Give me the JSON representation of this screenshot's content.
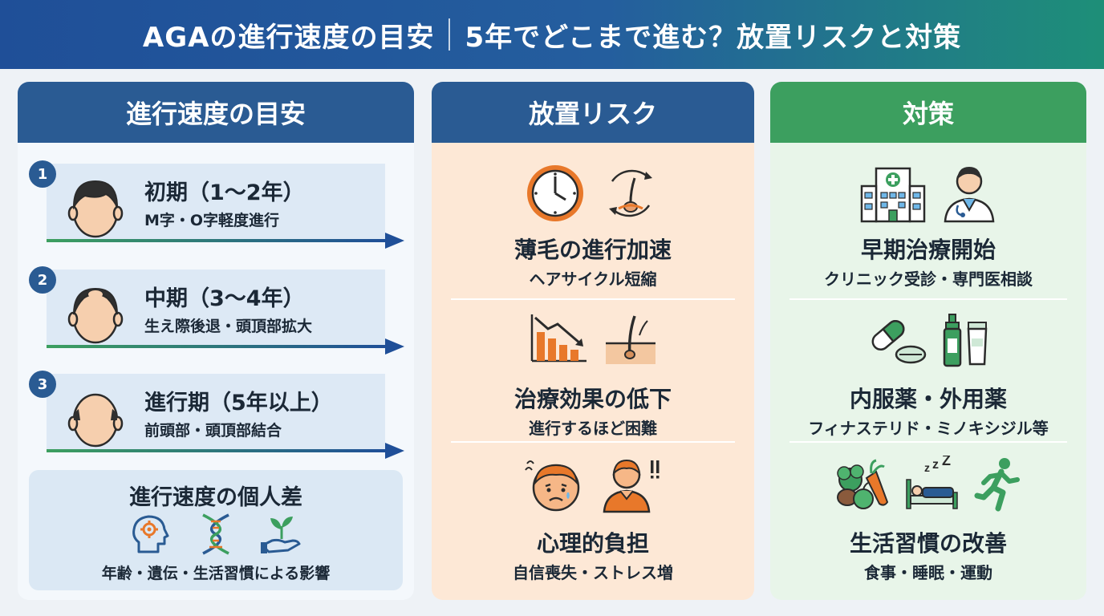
{
  "title": {
    "left": "AGAの進行速度の目安",
    "right": "5年でどこまで進む？放置リスクと対策"
  },
  "colors": {
    "navy": "#2a5b93",
    "green": "#3c9f5f",
    "orange": "#e8782a",
    "risk_bg": "#fde8d6",
    "care_bg": "#e8f5e9"
  },
  "progress": {
    "header": "進行速度の目安",
    "stages": [
      {
        "num": "1",
        "title": "初期（1〜2年）",
        "desc": "M字・O字軽度進行",
        "icon": "face-full-hair-icon"
      },
      {
        "num": "2",
        "title": "中期（3〜4年）",
        "desc": "生え際後退・頭頂部拡大",
        "icon": "face-thinning-hair-icon"
      },
      {
        "num": "3",
        "title": "進行期（5年以上）",
        "desc": "前頭部・頭頂部結合",
        "icon": "face-bald-icon"
      }
    ],
    "individual": {
      "title": "進行速度の個人差",
      "caption": "年齢・遺伝・生活習慣による影響",
      "icons": [
        "head-gear-icon",
        "dna-icon",
        "hand-plant-icon"
      ]
    }
  },
  "risk": {
    "header": "放置リスク",
    "items": [
      {
        "title": "薄毛の進行加速",
        "desc": "ヘアサイクル短縮",
        "icons": [
          "clock-icon",
          "hair-cycle-icon"
        ]
      },
      {
        "title": "治療効果の低下",
        "desc": "進行するほど困難",
        "icons": [
          "declining-bar-chart-icon",
          "hair-follicle-icon"
        ]
      },
      {
        "title": "心理的負担",
        "desc": "自信喪失・ストレス増",
        "icons": [
          "worried-face-icon",
          "stressed-person-icon"
        ]
      }
    ]
  },
  "care": {
    "header": "対策",
    "items": [
      {
        "title": "早期治療開始",
        "desc": "クリニック受診・専門医相談",
        "icons": [
          "hospital-icon",
          "doctor-icon"
        ]
      },
      {
        "title": "内服薬・外用薬",
        "desc": "フィナステリド・ミノキシジル等",
        "icons": [
          "pill-capsule-icon",
          "medicine-bottle-icon"
        ]
      },
      {
        "title": "生活習慣の改善",
        "desc": "食事・睡眠・運動",
        "icons": [
          "vegetables-icon",
          "sleep-icon",
          "running-icon"
        ]
      }
    ]
  }
}
